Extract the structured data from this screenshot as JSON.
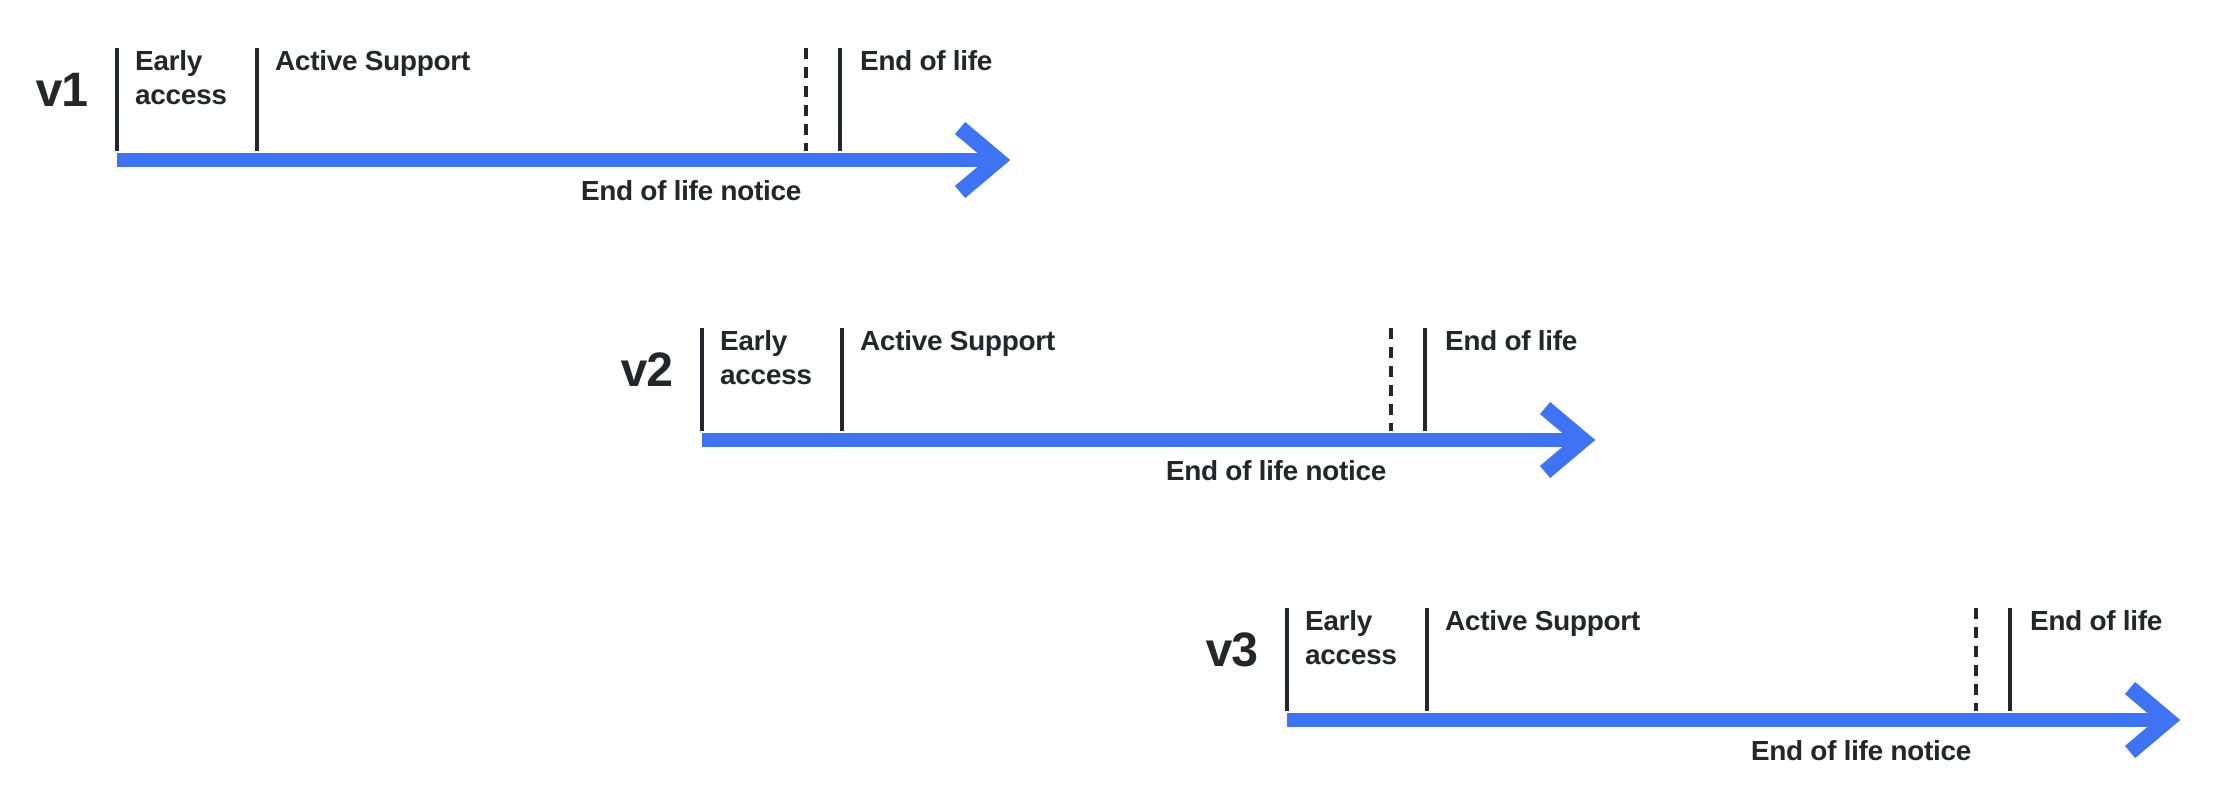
{
  "colors": {
    "arrow": "#3E74F4",
    "ink": "#23262B",
    "background": "#FFFFFF"
  },
  "timelines": [
    {
      "version": "v1",
      "early_access": "Early access",
      "active_support": "Active Support",
      "end_of_life": "End of life",
      "end_of_life_notice": "End of life notice"
    },
    {
      "version": "v2",
      "early_access": "Early access",
      "active_support": "Active Support",
      "end_of_life": "End of life",
      "end_of_life_notice": "End of life notice"
    },
    {
      "version": "v3",
      "early_access": "Early access",
      "active_support": "Active Support",
      "end_of_life": "End of life",
      "end_of_life_notice": "End of life notice"
    }
  ]
}
